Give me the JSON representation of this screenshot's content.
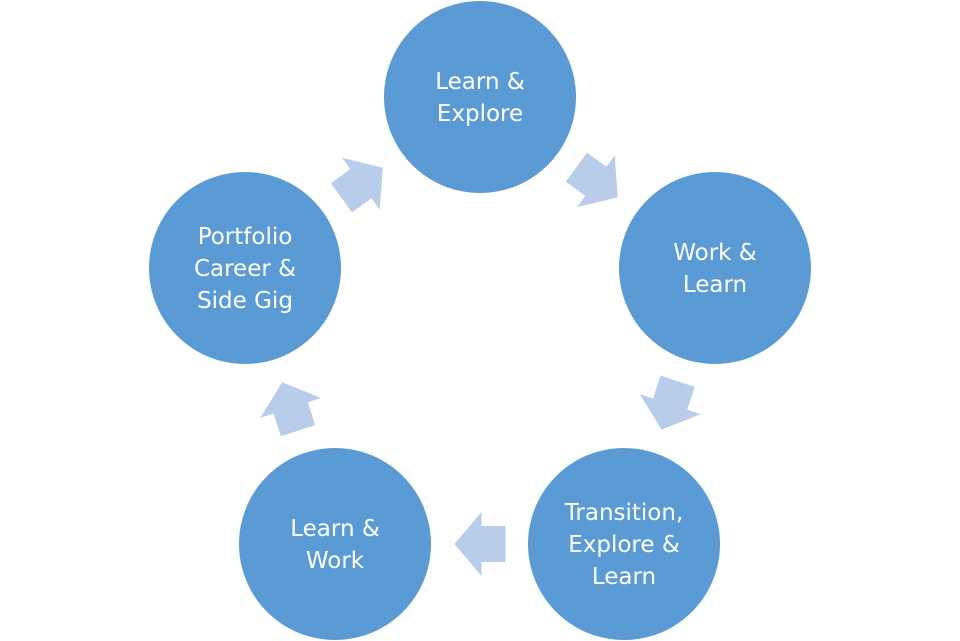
{
  "diagram": {
    "type": "cycle",
    "colors": {
      "node": "#5B9BD5",
      "arrow": "#B7CDE9",
      "text": "#FFFFFF"
    },
    "nodes": [
      {
        "id": "learn-explore",
        "lines": [
          "Learn &",
          "Explore"
        ]
      },
      {
        "id": "work-learn",
        "lines": [
          "Work &",
          "Learn"
        ]
      },
      {
        "id": "transition-explore-learn",
        "lines": [
          "Transition,",
          "Explore &",
          "Learn"
        ]
      },
      {
        "id": "learn-work",
        "lines": [
          "Learn &",
          "Work"
        ]
      },
      {
        "id": "portfolio-career-side-gig",
        "lines": [
          "Portfolio",
          "Career &",
          "Side Gig"
        ]
      }
    ],
    "edges": [
      {
        "from": "learn-explore",
        "to": "work-learn"
      },
      {
        "from": "work-learn",
        "to": "transition-explore-learn"
      },
      {
        "from": "transition-explore-learn",
        "to": "learn-work"
      },
      {
        "from": "learn-work",
        "to": "portfolio-career-side-gig"
      },
      {
        "from": "portfolio-career-side-gig",
        "to": "learn-explore"
      }
    ]
  }
}
